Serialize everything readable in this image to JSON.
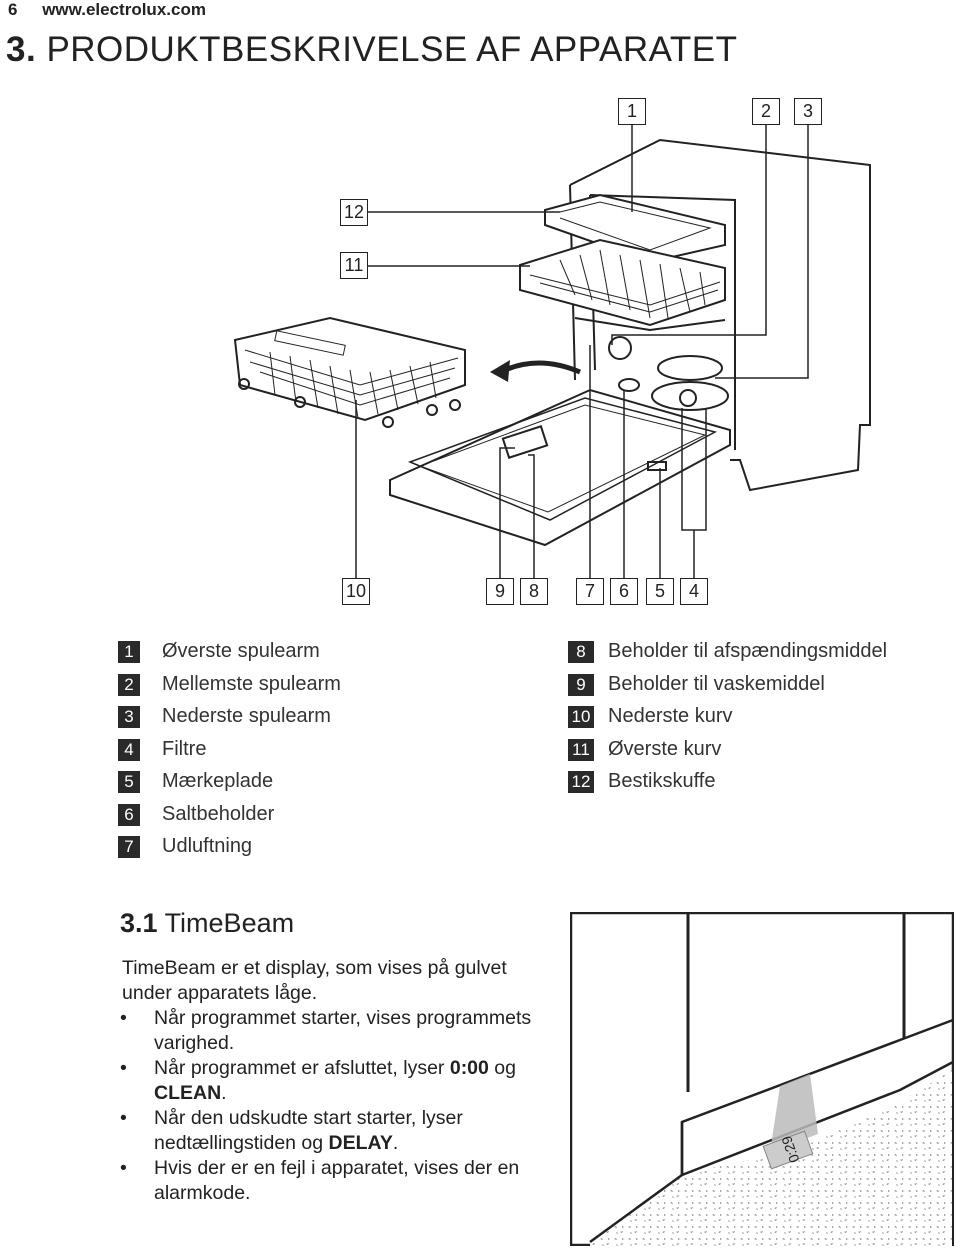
{
  "header": {
    "page_number": "6",
    "site": "www.electrolux.com"
  },
  "section": {
    "number": "3.",
    "title": "PRODUKTBESKRIVELSE AF APPARATET"
  },
  "callouts": [
    "1",
    "2",
    "3",
    "12",
    "11",
    "10",
    "9",
    "8",
    "7",
    "6",
    "5",
    "4"
  ],
  "legend_left": [
    {
      "n": "1",
      "label": "Øverste spulearm"
    },
    {
      "n": "2",
      "label": "Mellemste spulearm"
    },
    {
      "n": "3",
      "label": "Nederste spulearm"
    },
    {
      "n": "4",
      "label": "Filtre"
    },
    {
      "n": "5",
      "label": "Mærkeplade"
    },
    {
      "n": "6",
      "label": "Saltbeholder"
    },
    {
      "n": "7",
      "label": "Udluftning"
    }
  ],
  "legend_right": [
    {
      "n": "8",
      "label": "Beholder til afspændingsmiddel"
    },
    {
      "n": "9",
      "label": "Beholder til vaskemiddel"
    },
    {
      "n": "10",
      "label": "Nederste kurv"
    },
    {
      "n": "11",
      "label": "Øverste kurv"
    },
    {
      "n": "12",
      "label": "Bestikskuffe"
    }
  ],
  "subsection": {
    "number": "3.1",
    "title": "TimeBeam"
  },
  "intro": "TimeBeam er et display, som vises på gulvet under apparatets låge.",
  "bullets": [
    {
      "pre": "Når programmet starter, vises programmets varighed.",
      "bold": "",
      "post": ""
    },
    {
      "pre": "Når programmet er afsluttet, lyser ",
      "bold": "0:00",
      "mid": " og ",
      "bold2": "CLEAN",
      "post": "."
    },
    {
      "pre": "Når den udskudte start starter, lyser nedtællingstiden og ",
      "bold": "DELAY",
      "post": "."
    },
    {
      "pre": "Hvis der er en fejl i apparatet, vises der en alarmkode.",
      "bold": "",
      "post": ""
    }
  ],
  "bullet_symbol": "•",
  "floor_display": "0:29"
}
